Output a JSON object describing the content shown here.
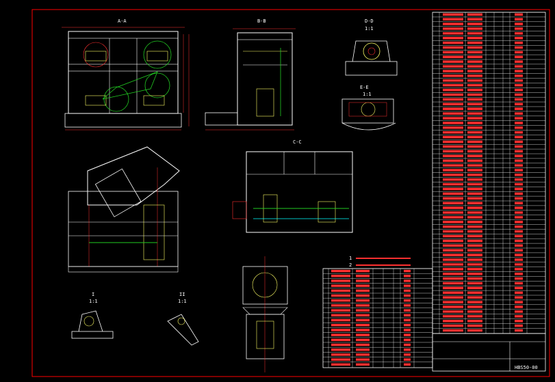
{
  "views": {
    "aa": "A-A",
    "bb": "B-B",
    "dd": "D-D",
    "dd_scale": "1:1",
    "ee": "E-E",
    "ee_scale": "1:1",
    "cc": "C-C",
    "view_i": "I",
    "view_i_scale": "1:1",
    "view_ii": "II",
    "view_ii_scale": "1:1"
  },
  "notes": {
    "n1": "1",
    "n2": "2"
  },
  "title_block": {
    "drawing_no": "HBS50-00"
  },
  "colors": {
    "frame": "#ff0000",
    "geometry": "#ffffff",
    "dims": "#ff3030",
    "hatch": "#ffff66",
    "green": "#22cc22",
    "cyan": "#00ffff"
  }
}
